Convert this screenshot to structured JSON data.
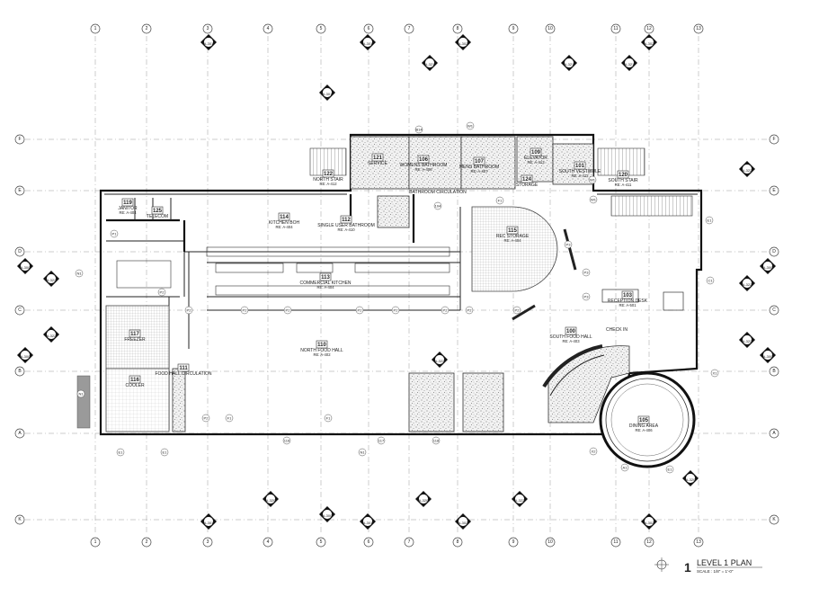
{
  "drawing": {
    "title_number": "1",
    "title": "LEVEL 1 PLAN",
    "scale": "SCALE : 1/8\" = 1'-0\""
  },
  "grid": {
    "columns": [
      "1",
      "2",
      "3",
      "4",
      "5",
      "6",
      "7",
      "8",
      "9",
      "10",
      "11",
      "12",
      "13"
    ],
    "rows": [
      "F",
      "E",
      "D",
      "C",
      "B",
      "A",
      "K"
    ]
  },
  "rooms": [
    {
      "id": "r100",
      "num": "100",
      "name": "SOUTH FOOD HALL",
      "ref": "RE: A-403"
    },
    {
      "id": "r101",
      "num": "101",
      "name": "SOUTH VESTIBULE",
      "ref": "RE: A-412"
    },
    {
      "id": "r103",
      "num": "103",
      "name": "RECEPTION DESK",
      "ref": "RE: A-501"
    },
    {
      "id": "r105",
      "num": "105",
      "name": "DINING AREA",
      "ref": "RE: A-406"
    },
    {
      "id": "r106",
      "num": "106",
      "name": "WOMENS BATHROOM",
      "ref": "RE: A-408"
    },
    {
      "id": "r107",
      "num": "107",
      "name": "MENS BATHROOM",
      "ref": "RE: A-407"
    },
    {
      "id": "r109",
      "num": "109",
      "name": "ELEVATOR",
      "ref": "RE: A-413"
    },
    {
      "id": "r110",
      "num": "110",
      "name": "NORTH FOOD HALL",
      "ref": "RE: A-402"
    },
    {
      "id": "r111",
      "num": "111",
      "name": "FOOD HALL CIRCULATION",
      "ref": ""
    },
    {
      "id": "r112",
      "num": "112",
      "name": "SINGLE USER BATHROOM",
      "ref": "RE: A-410"
    },
    {
      "id": "r113",
      "num": "113",
      "name": "COMMERCIAL KITCHEN",
      "ref": "RE: A-404"
    },
    {
      "id": "r114",
      "num": "114",
      "name": "KITCHEN BOH",
      "ref": "RE: A-404"
    },
    {
      "id": "r115",
      "num": "115",
      "name": "REC STORAGE",
      "ref": "RE: A-404"
    },
    {
      "id": "r116",
      "num": "116",
      "name": "COOLER",
      "ref": ""
    },
    {
      "id": "r117",
      "num": "117",
      "name": "FREEZER",
      "ref": ""
    },
    {
      "id": "r119",
      "num": "119",
      "name": "JANITOR",
      "ref": "RE: A-404"
    },
    {
      "id": "r120",
      "num": "120",
      "name": "SOUTH STAIR",
      "ref": "RE: A-411"
    },
    {
      "id": "r121",
      "num": "121",
      "name": "SERVICE",
      "ref": ""
    },
    {
      "id": "r122",
      "num": "122",
      "name": "NORTH STAIR",
      "ref": "RE: A-412"
    },
    {
      "id": "r124",
      "num": "124",
      "name": "STORAGE",
      "ref": ""
    },
    {
      "id": "r125",
      "num": "125",
      "name": "TELECOM",
      "ref": ""
    }
  ],
  "labels": {
    "bathroom_circulation": "BATHROOM CIRCULATION",
    "check_in": "CHECK IN"
  },
  "tags": [
    "P1",
    "P2",
    "P3",
    "E1",
    "F1",
    "N1",
    "W1",
    "A1",
    "X1",
    "X2",
    "C1",
    "B14",
    "116",
    "117",
    "118",
    "104"
  ],
  "section_marks": [
    "A-301",
    "A-302",
    "A-300",
    "A-320",
    "A-321",
    "A-322"
  ]
}
